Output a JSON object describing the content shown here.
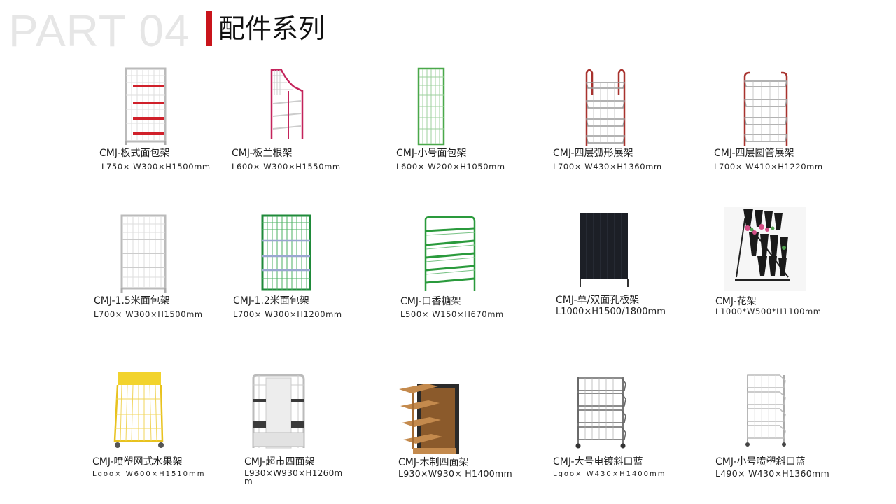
{
  "header": {
    "part_label": "PART 04",
    "title": "配件系列"
  },
  "products": [
    {
      "name": "CMJ-板式面包架",
      "size": "L750× W300×H1500mm"
    },
    {
      "name": "CMJ-板兰根架",
      "size": "L600× W300×H1550mm"
    },
    {
      "name": "CMJ-小号面包架",
      "size": "L600× W200×H1050mm"
    },
    {
      "name": "CMJ-四层弧形展架",
      "size": "L700× W430×H1360mm"
    },
    {
      "name": "CMJ-四层圆管展架",
      "size": "L700× W410×H1220mm"
    },
    {
      "name": "CMJ-1.5米面包架",
      "size": "L700× W300×H1500mm"
    },
    {
      "name": "CMJ-1.2米面包架",
      "size": "L700× W300×H1200mm"
    },
    {
      "name": "CMJ-口香糖架",
      "size": "L500× W150×H670mm"
    },
    {
      "name": "CMJ-单/双面孔板架",
      "size": "L1000×H1500/1800mm"
    },
    {
      "name": "CMJ-花架",
      "size": "L1000*W500*H1100mm"
    },
    {
      "name": "CMJ-喷塑网式水果架",
      "size": "Lgoo× W600×H1510mm"
    },
    {
      "name": "CMJ-超市四面架",
      "size": "L930×W930×H1260mm"
    },
    {
      "name": "CMJ-木制四面架",
      "size": "L930×W930× H1400mm"
    },
    {
      "name": "CMJ-大号电镀斜口蓝",
      "size": "Lgoo× W430×H1400mm"
    },
    {
      "name": "CMJ-小号喷塑斜口蓝",
      "size": "L490× W430×H1360mm"
    }
  ],
  "colors": {
    "accent_bar": "#c9141b",
    "part_text": "#e6e6e6"
  }
}
